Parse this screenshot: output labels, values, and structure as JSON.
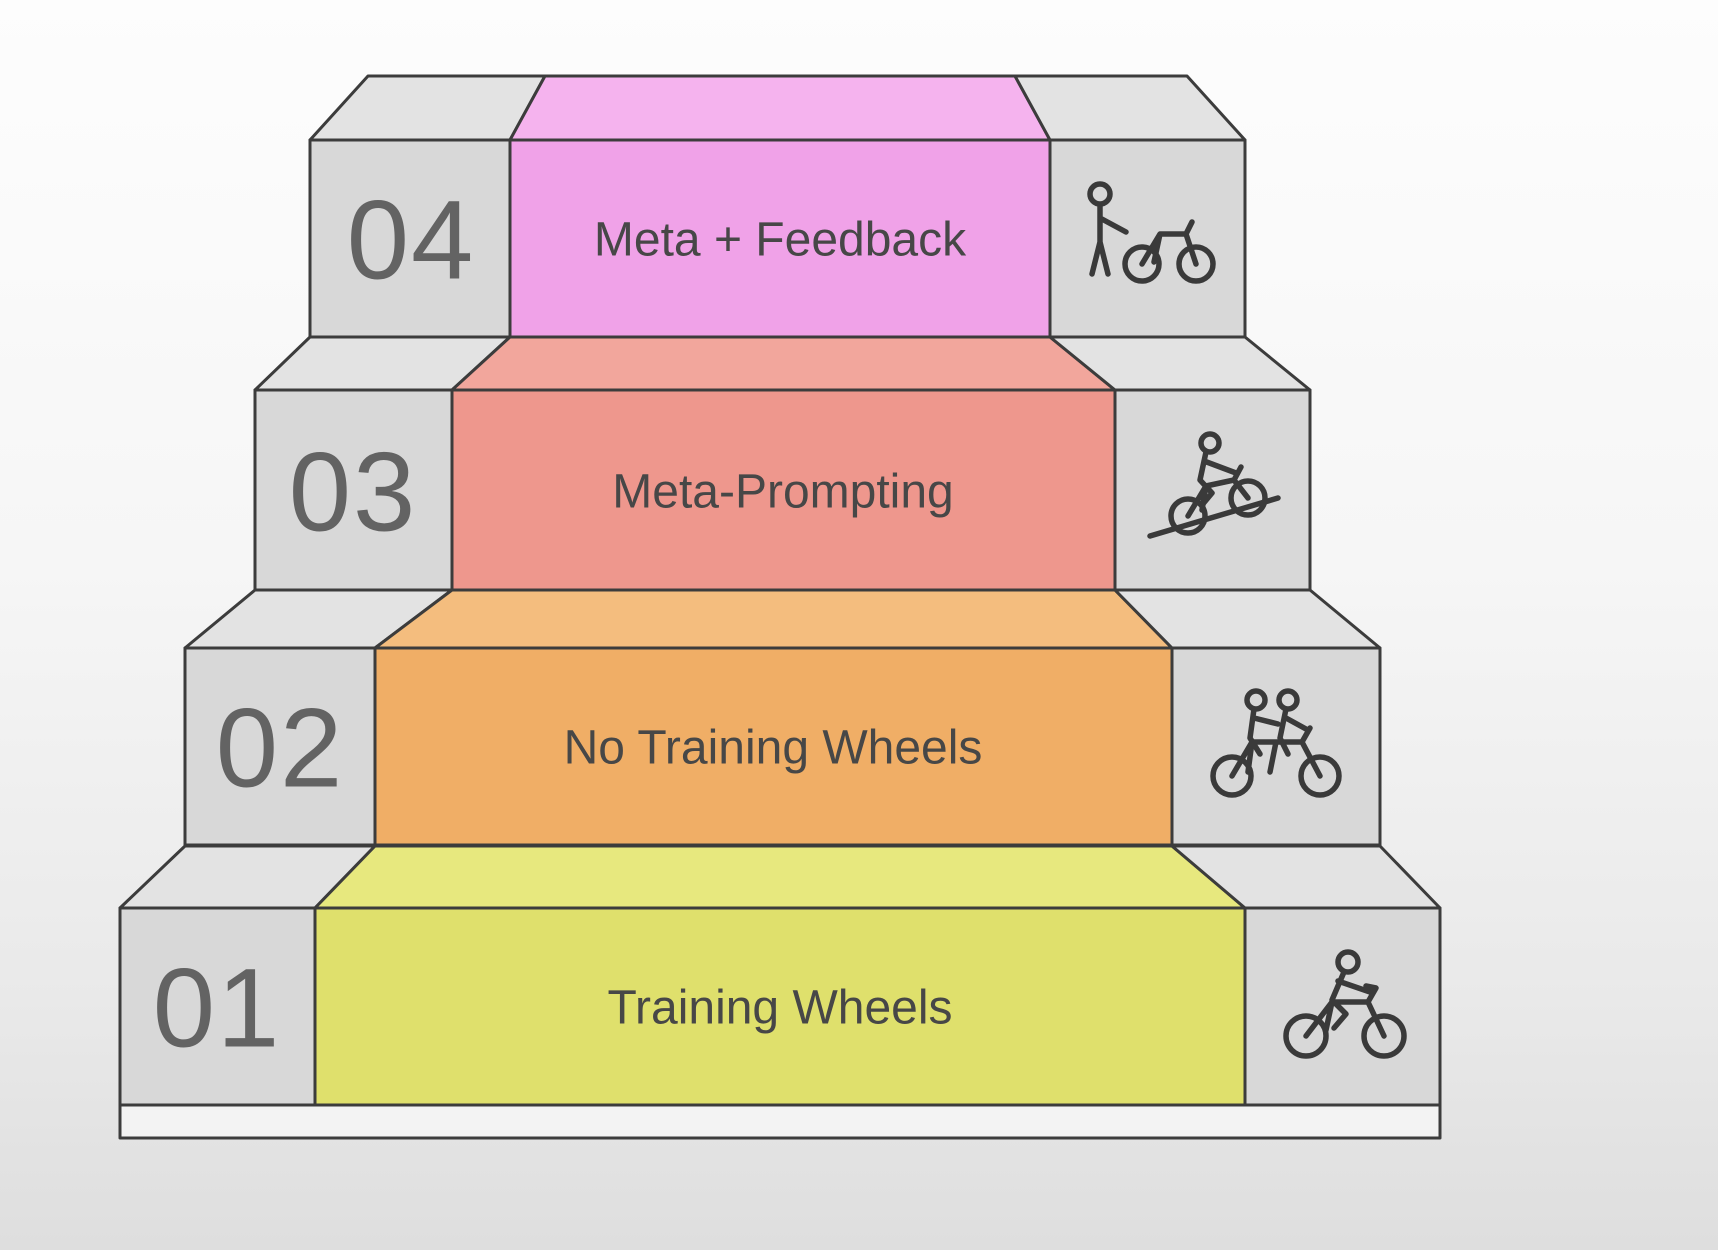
{
  "diagram": {
    "type": "staircase-levels",
    "description_levels_bottom_to_top": [
      "01 Training Wheels",
      "02 No Training Wheels",
      "03 Meta-Prompting",
      "04 Meta + Feedback"
    ]
  },
  "steps": [
    {
      "number": "01",
      "label": "Training Wheels",
      "color_front": "#dfe06c",
      "color_top": "#e7e87e",
      "icon": "cyclist-icon"
    },
    {
      "number": "02",
      "label": "No Training Wheels",
      "color_front": "#f0ae66",
      "color_top": "#f4bd7e",
      "icon": "tandem-bike-icon"
    },
    {
      "number": "03",
      "label": "Meta-Prompting",
      "color_front": "#ee978d",
      "color_top": "#f2a69c",
      "icon": "downhill-cyclist-icon"
    },
    {
      "number": "04",
      "label": "Meta + Feedback",
      "color_front": "#f0a2e8",
      "color_top": "#f5b3ee",
      "icon": "person-with-bike-icon"
    }
  ],
  "block_colors": {
    "gray_front": "#d8d8d8",
    "gray_top": "#e3e3e3",
    "base": "#f3f3f3",
    "outline": "#3c3c3c",
    "number_text": "#636363",
    "label_text": "#474747",
    "icon_stroke": "#3a3a3a",
    "background_top": "#fdfdfd",
    "background_bottom": "#dedede"
  }
}
